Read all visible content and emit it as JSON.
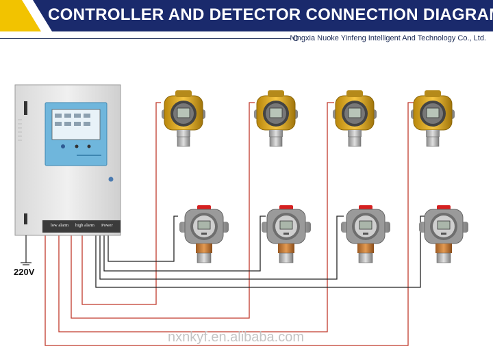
{
  "header": {
    "title": "CONTROLLER AND DETECTOR CONNECTION DIAGRAM",
    "company": "Ningxia Nuoke Yinfeng Intelligent And Technology Co., Ltd."
  },
  "controller": {
    "terminals": [
      "low alarm",
      "high alarm",
      "Power"
    ],
    "supply": "220V"
  },
  "watermark": "nxnkyf.en.alibaba.com",
  "colors": {
    "banner": "#1a2a6c",
    "accent": "#f2c300",
    "wire_red": "#c0392b",
    "wire_black": "#222222"
  }
}
